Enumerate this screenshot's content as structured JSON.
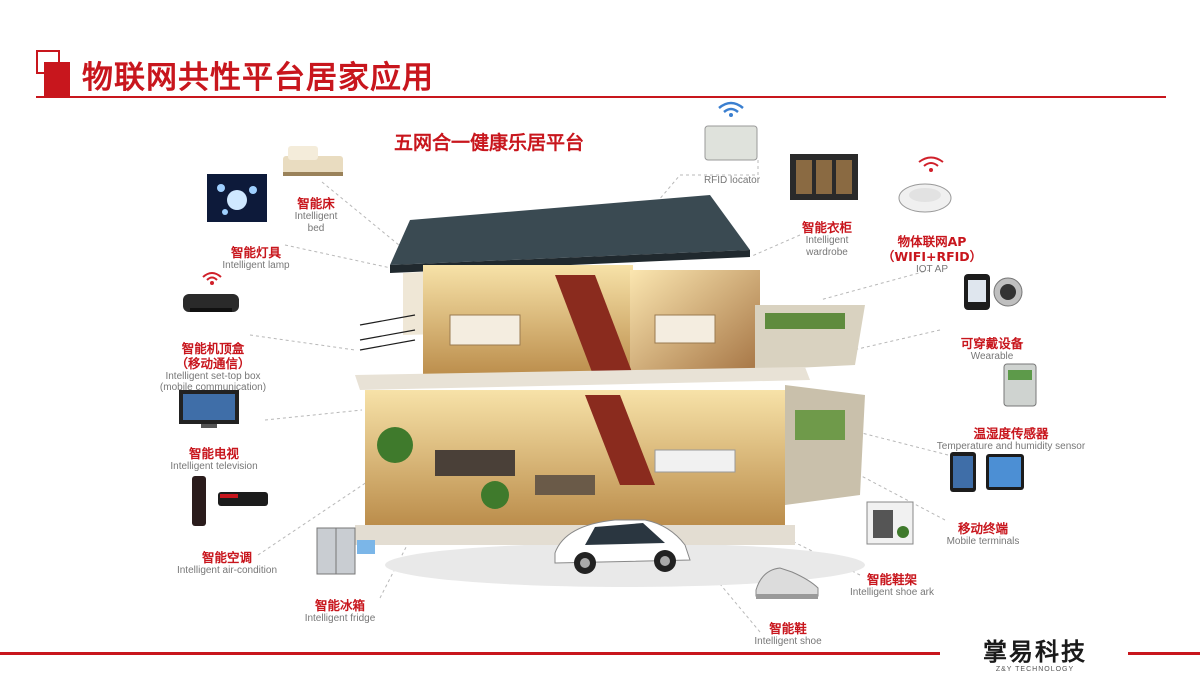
{
  "header": {
    "title": "物联网共性平台居家应用",
    "subtitle": "五网合一健康乐居平台"
  },
  "devices": {
    "bed": {
      "zh": "智能床",
      "en1": "Intelligent",
      "en2": "bed"
    },
    "lamp": {
      "zh": "智能灯具",
      "en": "Intelligent lamp"
    },
    "settop": {
      "zh": "智能机顶盒",
      "zh2": "（移动通信）",
      "en": "Intelligent set-top box",
      "en2": "(mobile communication)"
    },
    "tv": {
      "zh": "智能电视",
      "en": "Intelligent  television"
    },
    "aircon": {
      "zh": "智能空调",
      "en": "Intelligent air-condition"
    },
    "fridge": {
      "zh": "智能冰箱",
      "en": "Intelligent fridge"
    },
    "shoe": {
      "zh": "智能鞋",
      "en": "Intelligent shoe"
    },
    "shoe_ark": {
      "zh": "智能鞋架",
      "en": "Intelligent shoe ark"
    },
    "mobile": {
      "zh": "移动终端",
      "en": "Mobile terminals"
    },
    "sensor": {
      "zh": "温湿度传感器",
      "en": "Temperature and humidity sensor"
    },
    "wearable": {
      "zh": "可穿戴设备",
      "en": "Wearable"
    },
    "iot_ap": {
      "zh": "物体联网AP",
      "zh2": "（WIFI+RFID）",
      "en": "IOT AP"
    },
    "wardrobe": {
      "zh": "智能衣柜",
      "en1": "Intelligent",
      "en2": "wardrobe"
    },
    "rfid": {
      "en": "RFID locator"
    }
  },
  "footer": {
    "brand_cn": "掌易科技",
    "brand_en": "Z&Y TECHNOLOGY"
  },
  "colors": {
    "accent": "#c8161d",
    "text_muted": "#777777",
    "roof": "#3a4a52",
    "warm_light": "#f4d27a"
  }
}
